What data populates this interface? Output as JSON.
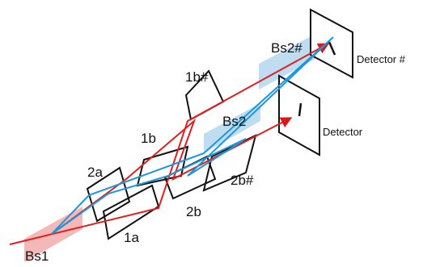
{
  "labels": {
    "bs1": "Bs1",
    "bs2": "Bs2",
    "bs2_hash": "Bs2#",
    "mirror_1a": "1a",
    "mirror_1b": "1b",
    "mirror_1b_hash": "1b#",
    "mirror_2a": "2a",
    "mirror_2b": "2b",
    "mirror_2b_hash": "2b#",
    "detector": "Detector",
    "detector_hash": "Detector #"
  },
  "colors": {
    "red_beam": "#e0201e",
    "blue_beam": "#1e96dc",
    "red_splitter": "#f0a0a0",
    "blue_splitter": "#a8d2ec",
    "outline": "#111111"
  }
}
